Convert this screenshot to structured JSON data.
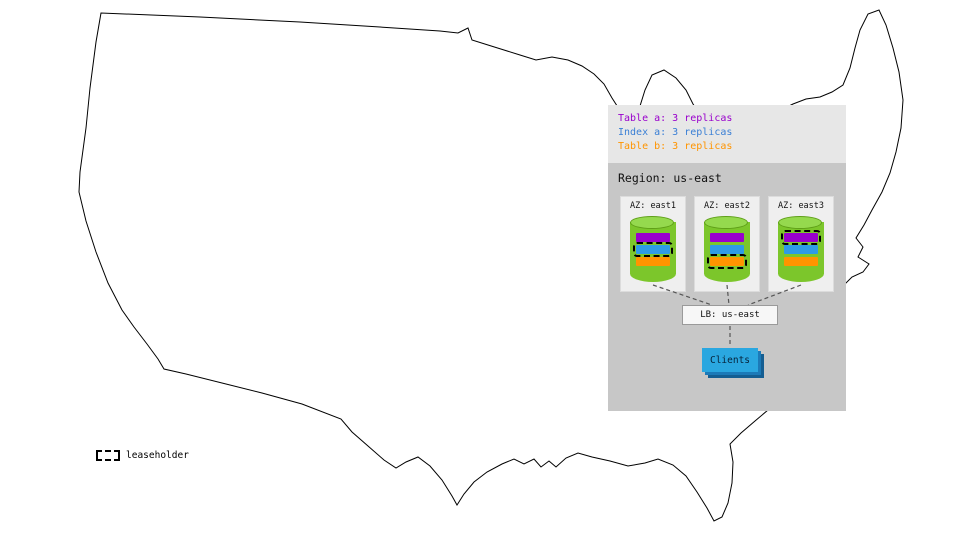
{
  "legend": {
    "items": [
      {
        "label": "Table a: 3 replicas",
        "color": "#9900cc"
      },
      {
        "label": "Index a: 3 replicas",
        "color": "#3a7fd5"
      },
      {
        "label": "Table b: 3 replicas",
        "color": "#ff9400"
      }
    ]
  },
  "region": {
    "title": "Region: us-east",
    "azs": [
      {
        "label": "AZ: east1",
        "replicas": [
          {
            "name": "table-a",
            "color": "#9900cc",
            "leaseholder": false
          },
          {
            "name": "index-a",
            "color": "#2e9be6",
            "leaseholder": true
          },
          {
            "name": "table-b",
            "color": "#ff9400",
            "leaseholder": false
          }
        ]
      },
      {
        "label": "AZ: east2",
        "replicas": [
          {
            "name": "table-a",
            "color": "#9900cc",
            "leaseholder": false
          },
          {
            "name": "index-a",
            "color": "#2e9be6",
            "leaseholder": false
          },
          {
            "name": "table-b",
            "color": "#ff9400",
            "leaseholder": true
          }
        ]
      },
      {
        "label": "AZ: east3",
        "replicas": [
          {
            "name": "table-a",
            "color": "#9900cc",
            "leaseholder": true
          },
          {
            "name": "index-a",
            "color": "#2e9be6",
            "leaseholder": false
          },
          {
            "name": "table-b",
            "color": "#ff9400",
            "leaseholder": false
          }
        ]
      }
    ],
    "load_balancer_label": "LB: us-east",
    "clients_label": "Clients"
  },
  "map_legend": {
    "label": "leaseholder"
  },
  "colors": {
    "panel_bg": "#e7e7e7",
    "region_bg": "#c7c7c7",
    "az_bg": "#efefef",
    "cylinder_green": "#7cc62b",
    "clients_blue": "#2aa7e0"
  }
}
